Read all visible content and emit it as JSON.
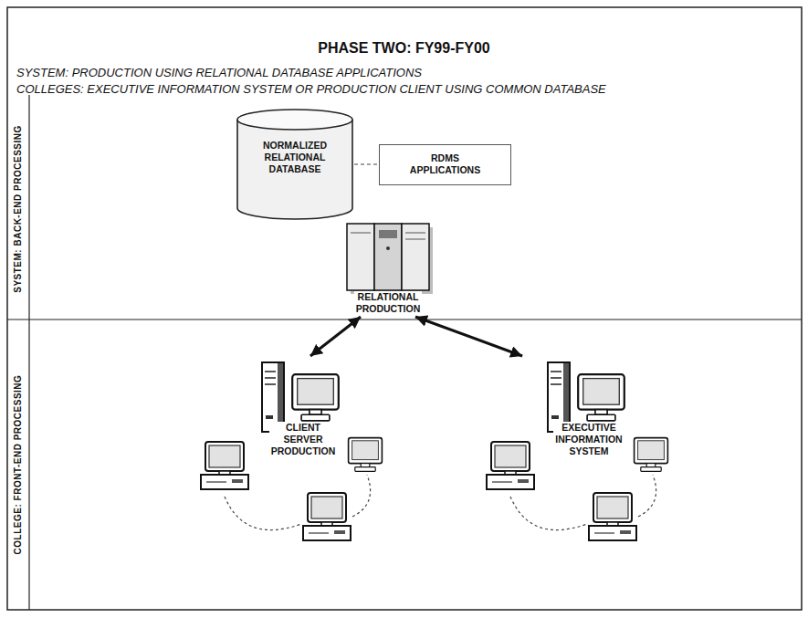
{
  "diagram": {
    "title": "PHASE TWO: FY99-FY00",
    "nodes": [
      {
        "text": [
          "SYSTEM: BACK-END PROCESSING"
        ]
      },
      {
        "text": [
          "NORMALIZED RELATIONAL DATABASE"
        ],
        "in": 0
      },
      {
        "text": [
          "RDMS APPLICATIONS"
        ],
        "in": 0
      },
      {
        "text": [
          "RELATIONAL PRODUCTION"
        ],
        "in": 0
      },
      {
        "text": [
          "COLLEGE: FRONT-END PROCESSING"
        ]
      },
      {
        "text": [
          "CLIENT SERVER PRODUCTION"
        ],
        "in": 4
      },
      {
        "text": [
          "EXECUTIVE INFORMATION SYSTEM"
        ],
        "in": 4
      }
    ],
    "edges": [
      {
        "from": 1,
        "to": 2,
        "arrow": "none"
      },
      {
        "from": 3,
        "to": 5,
        "arrow": "both"
      },
      {
        "from": 3,
        "to": 6,
        "arrow": "both"
      }
    ],
    "labels": [
      "SYSTEM: PRODUCTION USING RELATIONAL DATABASE APPLICATIONS",
      "COLLEGES: EXECUTIVE INFORMATION SYSTEM OR PRODUCTION CLIENT USING COMMON DATABASE"
    ]
  }
}
